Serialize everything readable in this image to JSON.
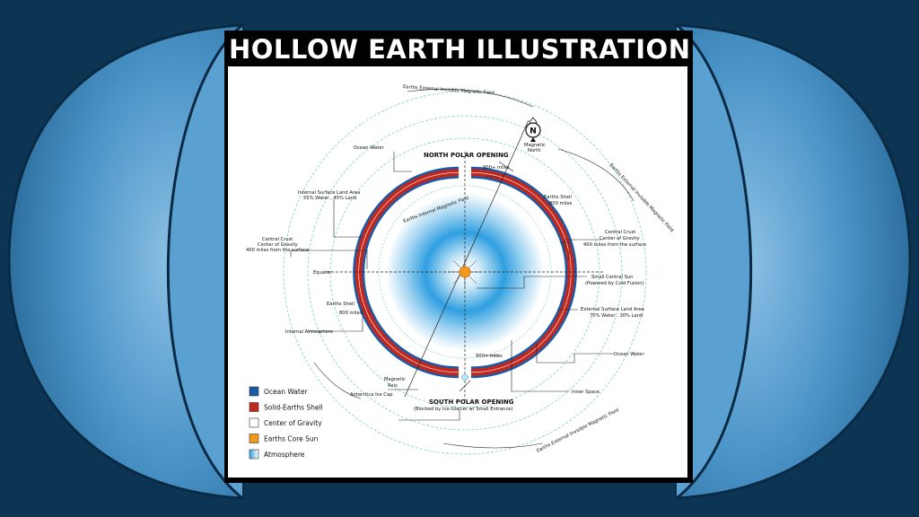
{
  "title": "HOLLOW EARTH ILLUSTRATION",
  "colors": {
    "background": "#0c3554",
    "ocean_water": "#1a5aa8",
    "shell": "#c0281e",
    "core_sun": "#f39a1e",
    "atmosphere": "#2f9fe0",
    "side_blue": "#3d8fc4"
  },
  "labels": {
    "ext_field_top": "Earths External Invisible Magnetic Field",
    "ext_field_right": "Earths External Invisible Magnetic Field",
    "ext_field_bottom": "Earths External Invisible Magnetic Field",
    "compass": "N",
    "magnetic_north_1": "Magnetic",
    "magnetic_north_2": "North",
    "north_opening": "NORTH POLAR OPENING",
    "ocean_water_top": "Ocean Water",
    "internal_land_1": "Internal Surface Land Area",
    "internal_land_2": "55% Water , 45% Land",
    "internal_field": "Earths Internal Magnetic Field",
    "north_gap": "900+ miles",
    "shell_right_1": "Earths Shell",
    "shell_right_2": "800 miles",
    "crust_left_1": "Central Crust",
    "crust_left_2": "Center of Gravity",
    "crust_left_3": "400 miles from the surface",
    "crust_right_1": "Central Crust",
    "crust_right_2": "Center of Gravity",
    "crust_right_3": "400 miles from the surface",
    "equator": "Equator",
    "small_sun_1": "Small Central Sun",
    "small_sun_2": "(Powered by Cold Fusion)",
    "shell_left_1": "Earths Shell",
    "shell_left_2": "800 miles",
    "external_land_1": "External Surface Land Area",
    "external_land_2": "70% Water , 30% Land",
    "internal_atmosphere": "Internal Atmosphere",
    "ocean_water_right": "Ocean Water",
    "south_gap": "900+ miles",
    "magnetic_axis_1": "Magnetic",
    "magnetic_axis_2": "Axis",
    "antarctica": "Antarctica Ice Cap",
    "inner_space": "Inner Space",
    "south_opening_1": "SOUTH POLAR OPENING",
    "south_opening_2": "(Blocked by Ice-Glacier w/ Small Entrance)"
  },
  "legend": [
    {
      "label": "Ocean Water",
      "color": "#1a5aa8"
    },
    {
      "label": "Solid-Earths Shell",
      "color": "#c0281e"
    },
    {
      "label": "Center of Gravity",
      "color": "#ffffff"
    },
    {
      "label": "Earths Core Sun",
      "color": "#f39a1e"
    },
    {
      "label": "Atmosphere",
      "color": "#2f9fe0"
    }
  ]
}
